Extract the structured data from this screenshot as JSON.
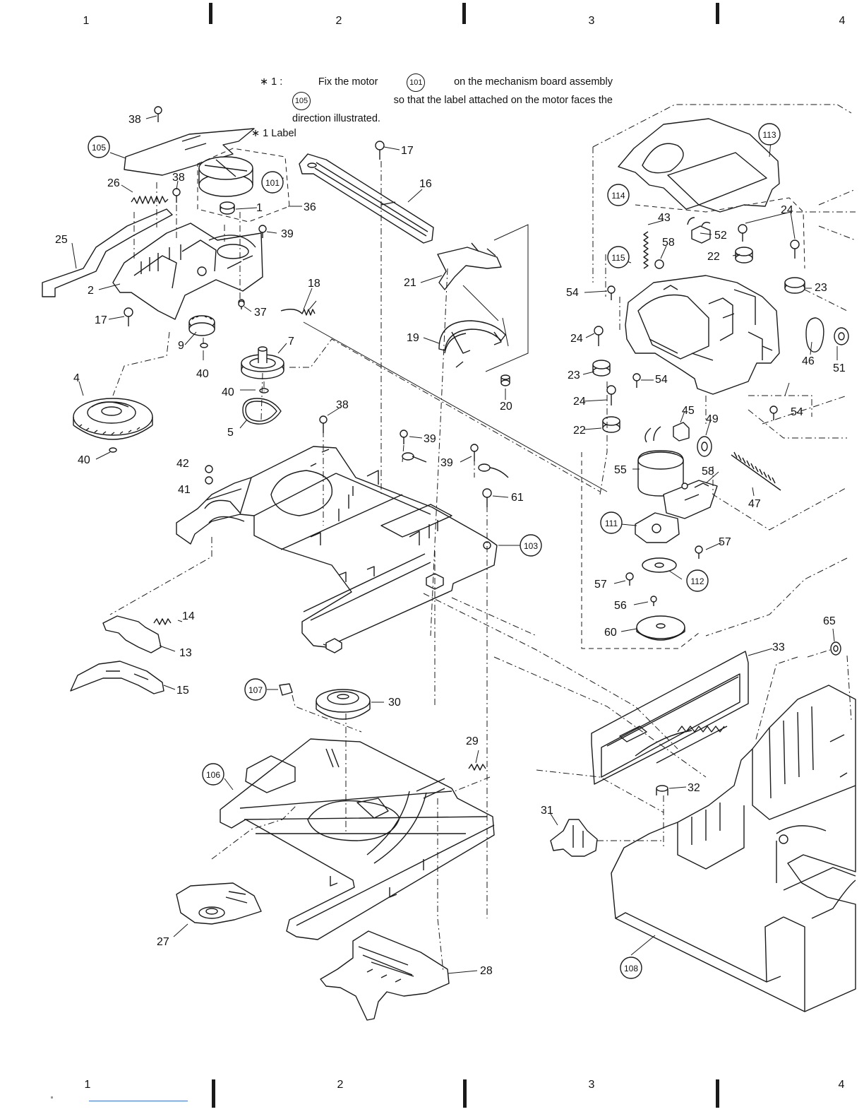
{
  "grid": {
    "top": [
      "1",
      "2",
      "3",
      "4"
    ],
    "bottom": [
      "1",
      "2",
      "3",
      "4"
    ]
  },
  "note": {
    "marker": "∗ 1 :",
    "line1_a": "Fix the motor",
    "circle1": "101",
    "line1_b": "on the mechanism board assembly",
    "circle2": "105",
    "line2": "so that the label attached on the motor faces the",
    "line3": "direction illustrated."
  },
  "label_annotation": "∗ 1  Label",
  "circled_parts": [
    "105",
    "101",
    "113",
    "114",
    "115",
    "111",
    "112",
    "103",
    "107",
    "106",
    "108"
  ],
  "part_numbers": [
    "1",
    "2",
    "4",
    "5",
    "7",
    "9",
    "13",
    "14",
    "15",
    "16",
    "17",
    "18",
    "19",
    "20",
    "21",
    "22",
    "23",
    "24",
    "25",
    "26",
    "27",
    "28",
    "29",
    "30",
    "31",
    "32",
    "33",
    "36",
    "37",
    "38",
    "39",
    "40",
    "41",
    "42",
    "43",
    "45",
    "46",
    "47",
    "49",
    "51",
    "52",
    "54",
    "55",
    "56",
    "57",
    "58",
    "60",
    "61",
    "65"
  ]
}
